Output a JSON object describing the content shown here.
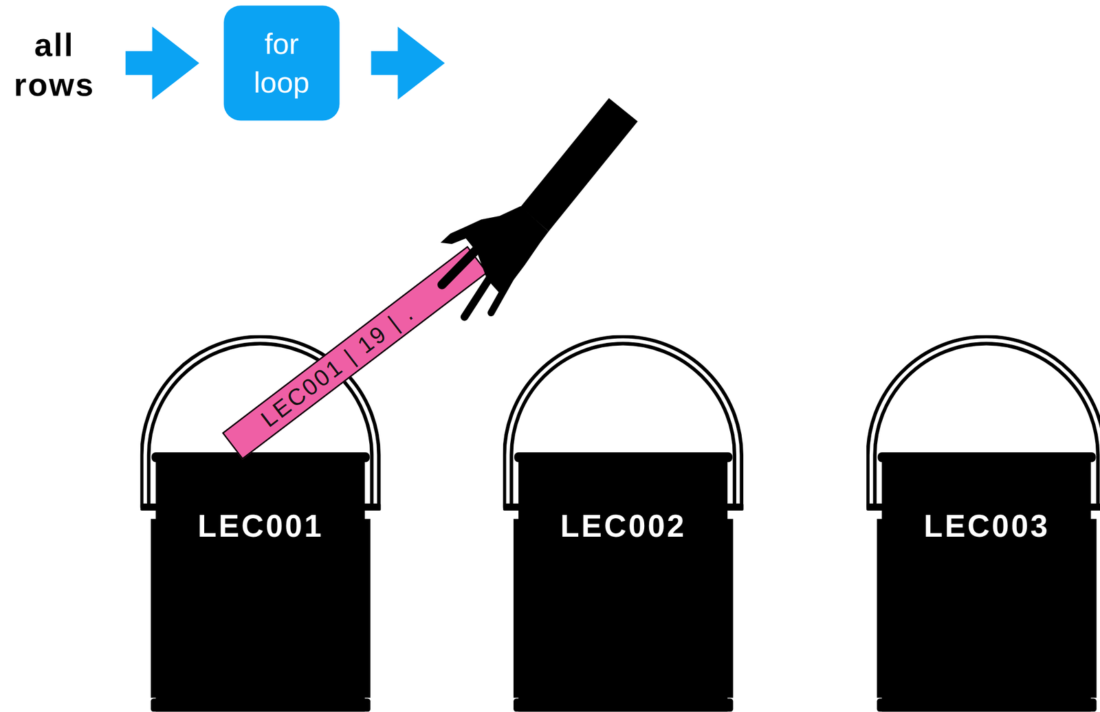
{
  "diagram": {
    "nodes": [
      {
        "text": [
          "for loop"
        ]
      },
      {
        "text": [
          "LEC001 | 19 | ."
        ]
      },
      {
        "text": [
          "LEC001"
        ]
      },
      {
        "text": [
          "LEC002"
        ]
      },
      {
        "text": [
          "LEC003"
        ]
      }
    ],
    "labels": [
      "all rows"
    ]
  }
}
